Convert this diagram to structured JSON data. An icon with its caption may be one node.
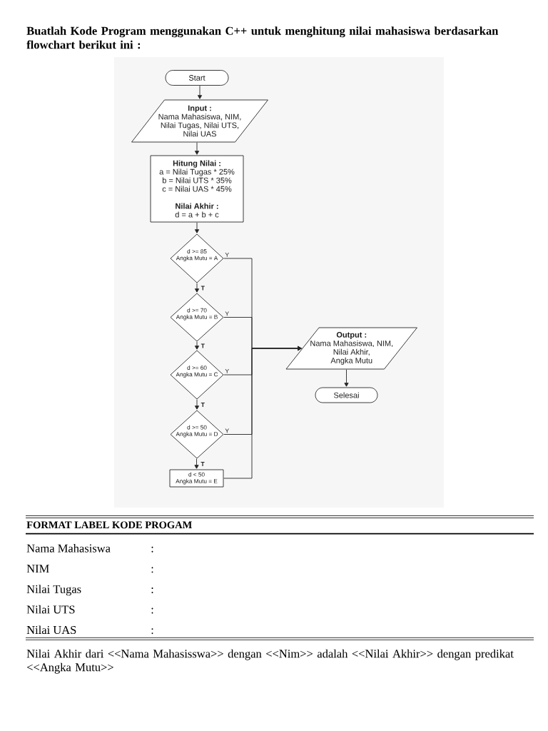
{
  "diagram": {
    "title": "Buatlah Kode Program menggunakan C++ untuk menghitung nilai mahasiswa berdasarkan flowchart berikut ini :",
    "nodes": [
      {
        "text": [
          "Start"
        ]
      },
      {
        "text": [
          "Input :",
          "Nama Mahasiswa, NIM, Nilai Tugas, Nilai UTS, Nilai UAS"
        ]
      },
      {
        "text": [
          "Hitung Nilai :",
          "a = Nilai Tugas * 25%",
          "b = Nilai UTS * 35%",
          "c = Nilai UAS * 45%",
          "Nilai Akhir :",
          "d = a + b + c"
        ]
      },
      {
        "text": [
          "d >= 85",
          "Angka Mutu = A"
        ]
      },
      {
        "text": [
          "d >= 70",
          "Angka Mutu = B"
        ]
      },
      {
        "text": [
          "d >= 60",
          "Angka Mutu = C"
        ]
      },
      {
        "text": [
          "d >= 50",
          "Angka Mutu = D"
        ]
      },
      {
        "text": [
          "d < 50",
          "Angka Mutu = E"
        ]
      },
      {
        "text": [
          "Output :",
          "Nama Mahasiswa, NIM, Nilai Akhir, Angka Mutu"
        ]
      },
      {
        "text": [
          "Selesai"
        ]
      }
    ],
    "edges": [
      {
        "from": 0,
        "to": 1,
        "arrow": "to"
      },
      {
        "from": 1,
        "to": 2,
        "arrow": "to"
      },
      {
        "from": 2,
        "to": 3,
        "arrow": "to"
      },
      {
        "from": 3,
        "to": 4,
        "arrow": "to",
        "label": "T"
      },
      {
        "from": 4,
        "to": 5,
        "arrow": "to",
        "label": "T"
      },
      {
        "from": 5,
        "to": 6,
        "arrow": "to",
        "label": "T"
      },
      {
        "from": 6,
        "to": 7,
        "arrow": "to",
        "label": "T"
      },
      {
        "from": 3,
        "to": 8,
        "arrow": "to",
        "label": "Y"
      },
      {
        "from": 4,
        "to": 8,
        "arrow": "to",
        "label": "Y"
      },
      {
        "from": 5,
        "to": 8,
        "arrow": "to",
        "label": "Y"
      },
      {
        "from": 6,
        "to": 8,
        "arrow": "to",
        "label": "Y"
      },
      {
        "from": 7,
        "to": 8,
        "arrow": "to"
      },
      {
        "from": 8,
        "to": 9,
        "arrow": "to"
      }
    ],
    "labels": [
      "FORMAT LABEL KODE PROGAM",
      "Nama Mahasiswa",
      ":",
      "NIM",
      ":",
      "Nilai Tugas",
      ":",
      "Nilai UTS",
      ":",
      "Nilai UAS",
      ":",
      "Nilai Akhir dari <<Nama Mahasisswa>> dengan <<Nim>> adalah <<Nilai Akhir>> dengan predikat <<Angka Mutu>>"
    ]
  }
}
